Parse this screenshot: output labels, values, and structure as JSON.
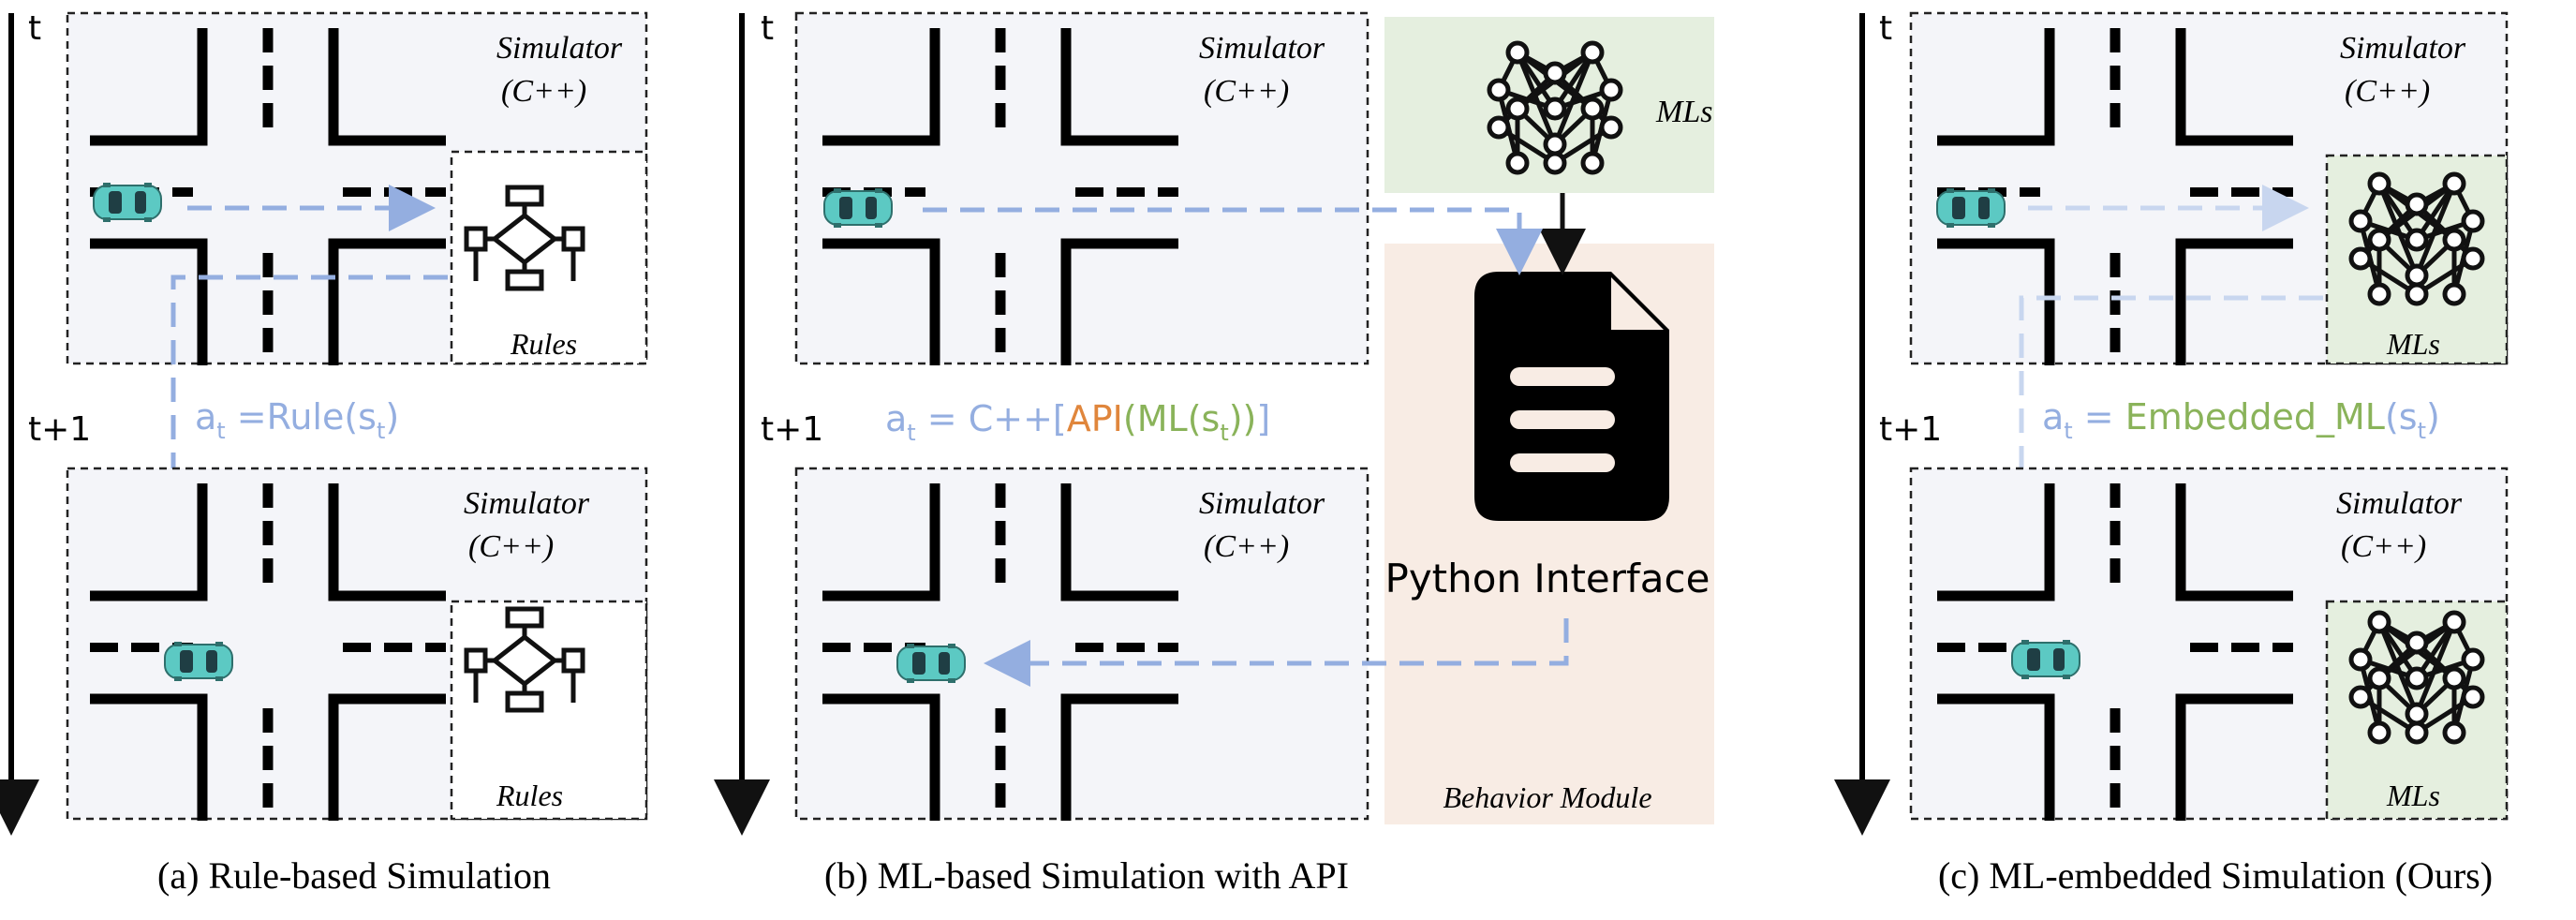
{
  "panels": {
    "a": {
      "time_top": "t",
      "time_bottom": "t+1",
      "sim_title_top": "Simulator",
      "sim_sub_top": "(C++)",
      "sim_title_bottom": "Simulator",
      "sim_sub_bottom": "(C++)",
      "rules_top": "Rules",
      "rules_bottom": "Rules",
      "formula": {
        "a": "a",
        "t": "t",
        "rest": " =Rule(s",
        "sub": "t",
        "close": ")"
      },
      "caption": "(a) Rule-based Simulation"
    },
    "b": {
      "time_top": "t",
      "time_bottom": "t+1",
      "sim_title_top": "Simulator",
      "sim_sub_top": "(C++)",
      "sim_title_bottom": "Simulator",
      "sim_sub_bottom": "(C++)",
      "mls": "MLs",
      "python": "Python Interface",
      "behavior": "Behavior Module",
      "formula": {
        "a": "a",
        "t": "t",
        "eq": " = C++[",
        "api": "API",
        "paren_open": "(",
        "ml": "ML",
        "paren2": "(s",
        "sub": "t",
        "close_ml": "))",
        "close": "]"
      },
      "caption": "(b) ML-based Simulation with API"
    },
    "c": {
      "time_top": "t",
      "time_bottom": "t+1",
      "sim_title_top": "Simulator",
      "sim_sub_top": "(C++)",
      "sim_title_bottom": "Simulator",
      "sim_sub_bottom": "(C++)",
      "mls_top": "MLs",
      "mls_bottom": "MLs",
      "formula": {
        "a": "a",
        "t": "t",
        "eq": " = ",
        "emb": "Embedded_ML",
        "paren": "(s",
        "sub": "t",
        "close": ")"
      },
      "caption": "(c) ML-embedded Simulation (Ours)"
    }
  },
  "colors": {
    "flow": "#94aee0",
    "flow_light": "#c8d6ef",
    "ml_green": "#8ab35a",
    "api_orange": "#e0863c",
    "ml_box_bg": "#e5efdf",
    "behavior_bg": "#f8ece4",
    "sim_bg": "#f4f5f9",
    "car": "#5cc9c3"
  }
}
